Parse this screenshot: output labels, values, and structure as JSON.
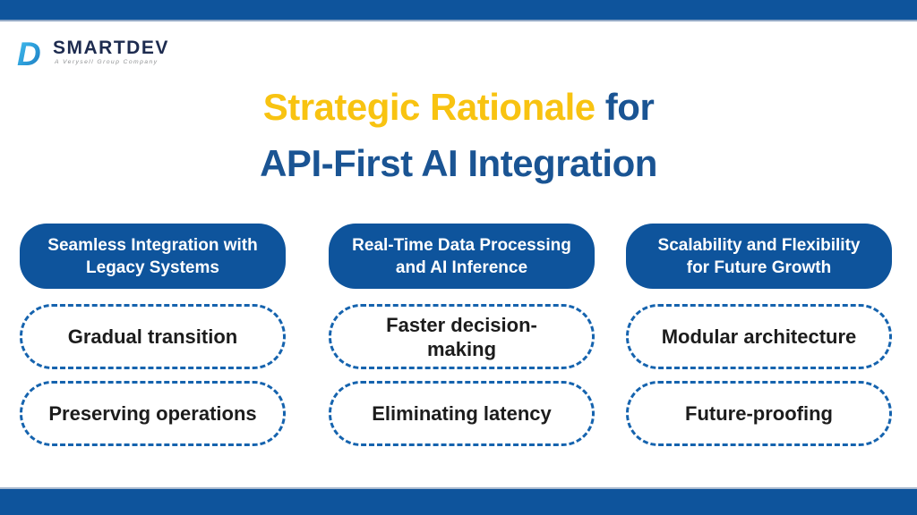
{
  "colors": {
    "bar_blue": "#0E549C",
    "header_pill_blue": "#0E549C",
    "title_yellow": "#F8C311",
    "title_blue": "#1A5493",
    "dashed_border_blue": "#1563AE",
    "body_text": "#1C1C1C",
    "logo_navy": "#1D2B4F",
    "tagline_gray": "#8F9193"
  },
  "logo": {
    "wordmark": "SMARTDEV",
    "tagline": "A Verysell Group Company"
  },
  "title": {
    "line1_highlight": "Strategic Rationale",
    "line1_rest": " for",
    "line2": "API-First AI Integration"
  },
  "columns": [
    {
      "header": "Seamless Integration with\nLegacy Systems",
      "items": [
        "Gradual transition",
        "Preserving operations"
      ]
    },
    {
      "header": "Real-Time Data Processing\nand AI Inference",
      "items": [
        "Faster decision-\nmaking",
        "Eliminating latency"
      ]
    },
    {
      "header": "Scalability and Flexibility\nfor Future Growth",
      "items": [
        "Modular architecture",
        "Future-proofing"
      ]
    }
  ]
}
